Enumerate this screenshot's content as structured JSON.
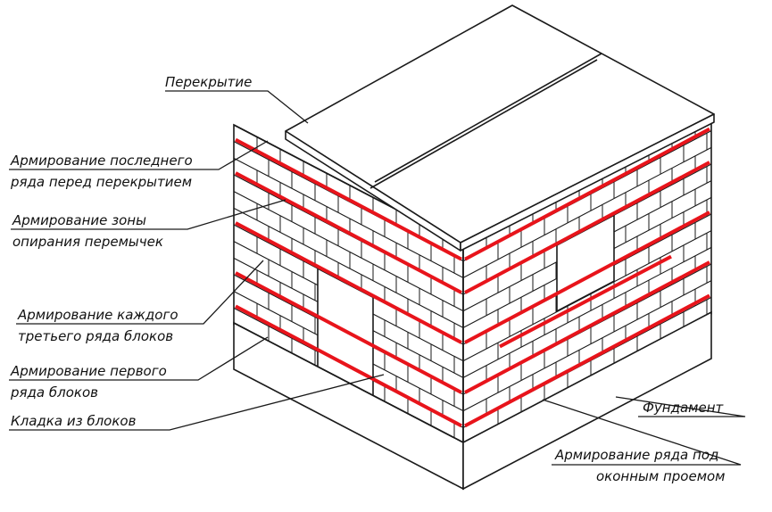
{
  "labels": {
    "overlap": "Перекрытие",
    "last_row_1": "Армирование последнего",
    "last_row_2": "ряда перед перекрытием",
    "lintel_1": "Армирование зоны",
    "lintel_2": "опирания перемычек",
    "third_row_1": "Армирование каждого",
    "third_row_2": "третьего ряда блоков",
    "first_row_1": "Армирование первого",
    "first_row_2": "ряда блоков",
    "masonry": "Кладка из блоков",
    "foundation": "Фундамент",
    "window_row_1": "Армирование ряда под",
    "window_row_2": "оконным проемом"
  },
  "colors": {
    "reinforcement": "#e8141b",
    "line": "#1a1a1a",
    "background": "#ffffff"
  }
}
